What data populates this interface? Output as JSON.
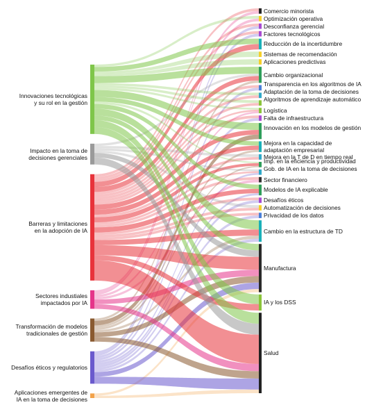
{
  "left_nodes": [
    {
      "id": "L0",
      "label": "Innovaciones tecnológicas\ny su rol en la gestión",
      "color": "#7fc64a",
      "value": 30
    },
    {
      "id": "L1",
      "label": "Impacto en la toma de\ndecisiones gerenciales",
      "color": "#9a9a9a",
      "value": 9
    },
    {
      "id": "L2",
      "label": "Barreras y limitaciones\nen la adopción de IA",
      "color": "#e8333b",
      "value": 46
    },
    {
      "id": "L3",
      "label": "Sectores industiales\nimpactados por IA",
      "color": "#e5358a",
      "value": 8
    },
    {
      "id": "L4",
      "label": "Transformación de modelos\ntradicionales de gestión",
      "color": "#8a5a30",
      "value": 10
    },
    {
      "id": "L5",
      "label": "Desafíos éticos y regulatorios",
      "color": "#6a5acd",
      "value": 14
    },
    {
      "id": "L6",
      "label": "Aplicaciones emergentes de\nIA en la toma de decisiones",
      "color": "#f2a24a",
      "value": 2
    }
  ],
  "right_nodes": [
    {
      "id": "R0",
      "label": "Comercio minorista",
      "color": "#222222",
      "value": 1
    },
    {
      "id": "R1",
      "label": "Optimización operativa",
      "color": "#f5cf2a",
      "value": 1
    },
    {
      "id": "R2",
      "label": "Desconfianza gerencial",
      "color": "#a84bd1",
      "value": 1
    },
    {
      "id": "R3",
      "label": "Factores tecnológicos",
      "color": "#a84bd1",
      "value": 1
    },
    {
      "id": "R4",
      "label": "Reducción de la incertidumbre",
      "color": "#1ab0b8",
      "value": 2
    },
    {
      "id": "R5",
      "label": "Sistemas de recomendación",
      "color": "#f5cf2a",
      "value": 1
    },
    {
      "id": "R6",
      "label": "Aplicaciones predictivas",
      "color": "#f5cf2a",
      "value": 1
    },
    {
      "id": "R7",
      "label": "Cambio organizacional",
      "color": "#2e9e5a",
      "value": 3
    },
    {
      "id": "R8",
      "label": "Transparencia en los algoritmos de IA",
      "color": "#4a7fd8",
      "value": 1
    },
    {
      "id": "R9",
      "label": "Adaptación de la toma de decisiones",
      "color": "#2fa8c8",
      "value": 1
    },
    {
      "id": "R10",
      "label": "Algoritmos de aprendizaje automático",
      "color": "#8ac43a",
      "value": 1
    },
    {
      "id": "R11",
      "label": "Logística",
      "color": "#8ac43a",
      "value": 1
    },
    {
      "id": "R12",
      "label": "Falta de infraestructura",
      "color": "#a84bd1",
      "value": 1
    },
    {
      "id": "R13",
      "label": "Innovación en los modelos de gestión",
      "color": "#2e9e5a",
      "value": 3
    },
    {
      "id": "R14",
      "label": "Mejora en la capacidad de adaptación empresarial",
      "color": "#1ab0b8",
      "value": 2
    },
    {
      "id": "R15",
      "label": "Mejora en la T de D en tiempo real",
      "color": "#2fa8c8",
      "value": 1
    },
    {
      "id": "R16",
      "label": "Imp. en la eficiencia y productividad",
      "color": "#2e9e5a",
      "value": 1
    },
    {
      "id": "R17",
      "label": "Gob. de IA en la toma de decisiones",
      "color": "#2fa8c8",
      "value": 1
    },
    {
      "id": "R18",
      "label": "Sector financiero",
      "color": "#333333",
      "value": 1
    },
    {
      "id": "R19",
      "label": "Modelos de IA explicable",
      "color": "#2e9e5a",
      "value": 2
    },
    {
      "id": "R20",
      "label": "Desafíos éticos",
      "color": "#a84bd1",
      "value": 1
    },
    {
      "id": "R21",
      "label": "Automatización de decisiones",
      "color": "#f5cf2a",
      "value": 1
    },
    {
      "id": "R22",
      "label": "Privacidad de los datos",
      "color": "#4a7fd8",
      "value": 1
    },
    {
      "id": "R23",
      "label": "Cambio en la estructura de TD",
      "color": "#1ab0b8",
      "value": 4
    },
    {
      "id": "R24",
      "label": "Manufactura",
      "color": "#2a2a2a",
      "value": 9
    },
    {
      "id": "R25",
      "label": "IA y los DSS",
      "color": "#8ac43a",
      "value": 3
    },
    {
      "id": "R26",
      "label": "Salud",
      "color": "#222222",
      "value": 15
    }
  ],
  "links": [
    {
      "source": "L0",
      "target": "R4",
      "value": 2
    },
    {
      "source": "L0",
      "target": "R7",
      "value": 3
    },
    {
      "source": "L0",
      "target": "R13",
      "value": 3
    },
    {
      "source": "L0",
      "target": "R14",
      "value": 2
    },
    {
      "source": "L0",
      "target": "R19",
      "value": 2
    },
    {
      "source": "L0",
      "target": "R23",
      "value": 3
    },
    {
      "source": "L0",
      "target": "R25",
      "value": 3
    },
    {
      "source": "L0",
      "target": "R26",
      "value": 3
    },
    {
      "source": "L0",
      "target": "R24",
      "value": 2
    },
    {
      "source": "L0",
      "target": "R10",
      "value": 1
    },
    {
      "source": "L0",
      "target": "R11",
      "value": 1
    },
    {
      "source": "L0",
      "target": "R16",
      "value": 1
    },
    {
      "source": "L0",
      "target": "R1",
      "value": 1
    },
    {
      "source": "L0",
      "target": "R5",
      "value": 1
    },
    {
      "source": "L0",
      "target": "R6",
      "value": 1
    },
    {
      "source": "L0",
      "target": "R9",
      "value": 1
    },
    {
      "source": "L1",
      "target": "R26",
      "value": 3
    },
    {
      "source": "L1",
      "target": "R24",
      "value": 2
    },
    {
      "source": "L1",
      "target": "R7",
      "value": 1
    },
    {
      "source": "L1",
      "target": "R15",
      "value": 1
    },
    {
      "source": "L1",
      "target": "R17",
      "value": 1
    },
    {
      "source": "L1",
      "target": "R21",
      "value": 1
    },
    {
      "source": "L2",
      "target": "R26",
      "value": 8
    },
    {
      "source": "L2",
      "target": "R24",
      "value": 4
    },
    {
      "source": "L2",
      "target": "R13",
      "value": 2
    },
    {
      "source": "L2",
      "target": "R4",
      "value": 2
    },
    {
      "source": "L2",
      "target": "R7",
      "value": 2
    },
    {
      "source": "L2",
      "target": "R14",
      "value": 2
    },
    {
      "source": "L2",
      "target": "R23",
      "value": 2
    },
    {
      "source": "L2",
      "target": "R19",
      "value": 2
    },
    {
      "source": "L2",
      "target": "R25",
      "value": 2
    },
    {
      "source": "L2",
      "target": "R16",
      "value": 2
    },
    {
      "source": "L2",
      "target": "R2",
      "value": 1
    },
    {
      "source": "L2",
      "target": "R3",
      "value": 1
    },
    {
      "source": "L2",
      "target": "R8",
      "value": 1
    },
    {
      "source": "L2",
      "target": "R12",
      "value": 1
    },
    {
      "source": "L2",
      "target": "R20",
      "value": 1
    },
    {
      "source": "L2",
      "target": "R22",
      "value": 1
    },
    {
      "source": "L2",
      "target": "R9",
      "value": 1
    },
    {
      "source": "L2",
      "target": "R10",
      "value": 1
    },
    {
      "source": "L2",
      "target": "R11",
      "value": 1
    },
    {
      "source": "L2",
      "target": "R15",
      "value": 1
    },
    {
      "source": "L2",
      "target": "R17",
      "value": 1
    },
    {
      "source": "L2",
      "target": "R0",
      "value": 1
    },
    {
      "source": "L2",
      "target": "R18",
      "value": 1
    },
    {
      "source": "L2",
      "target": "R21",
      "value": 1
    },
    {
      "source": "L3",
      "target": "R26",
      "value": 2
    },
    {
      "source": "L3",
      "target": "R24",
      "value": 2
    },
    {
      "source": "L3",
      "target": "R0",
      "value": 1
    },
    {
      "source": "L3",
      "target": "R18",
      "value": 1
    },
    {
      "source": "L3",
      "target": "R11",
      "value": 1
    },
    {
      "source": "L3",
      "target": "R1",
      "value": 1
    },
    {
      "source": "L4",
      "target": "R26",
      "value": 2
    },
    {
      "source": "L4",
      "target": "R24",
      "value": 2
    },
    {
      "source": "L4",
      "target": "R13",
      "value": 2
    },
    {
      "source": "L4",
      "target": "R7",
      "value": 1
    },
    {
      "source": "L4",
      "target": "R23",
      "value": 1
    },
    {
      "source": "L4",
      "target": "R14",
      "value": 1
    },
    {
      "source": "L4",
      "target": "R16",
      "value": 1
    },
    {
      "source": "L5",
      "target": "R26",
      "value": 3
    },
    {
      "source": "L5",
      "target": "R24",
      "value": 2
    },
    {
      "source": "L5",
      "target": "R20",
      "value": 1
    },
    {
      "source": "L5",
      "target": "R22",
      "value": 1
    },
    {
      "source": "L5",
      "target": "R8",
      "value": 1
    },
    {
      "source": "L5",
      "target": "R2",
      "value": 1
    },
    {
      "source": "L5",
      "target": "R19",
      "value": 1
    },
    {
      "source": "L5",
      "target": "R17",
      "value": 1
    },
    {
      "source": "L5",
      "target": "R23",
      "value": 1
    },
    {
      "source": "L5",
      "target": "R3",
      "value": 1
    },
    {
      "source": "L5",
      "target": "R12",
      "value": 1
    },
    {
      "source": "L6",
      "target": "R26",
      "value": 1
    },
    {
      "source": "L6",
      "target": "R24",
      "value": 1
    }
  ]
}
